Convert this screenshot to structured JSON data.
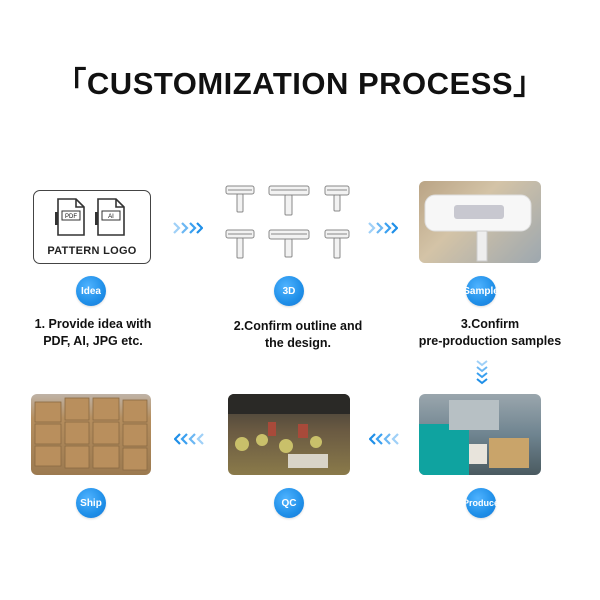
{
  "title": "「CUSTOMIZATION PROCESS」",
  "steps": {
    "idea": {
      "badge": "Idea",
      "desc_line1": "1. Provide idea with",
      "desc_line2": "PDF, AI, JPG etc.",
      "logo_text": "PATTERN LOGO",
      "file1": "PDF",
      "file2": "AI"
    },
    "design3d": {
      "badge": "3D",
      "desc_line1": "2.Confirm outline and",
      "desc_line2": "the design."
    },
    "sample": {
      "badge": "Sample",
      "desc_line1": "3.Confirm",
      "desc_line2": "pre-production samples"
    },
    "produce": {
      "badge": "Produce"
    },
    "qc": {
      "badge": "QC"
    },
    "ship": {
      "badge": "Ship"
    }
  },
  "colors": {
    "badge_blue": "#1f8fe8",
    "arrow_blue": "#3aa0f0"
  }
}
